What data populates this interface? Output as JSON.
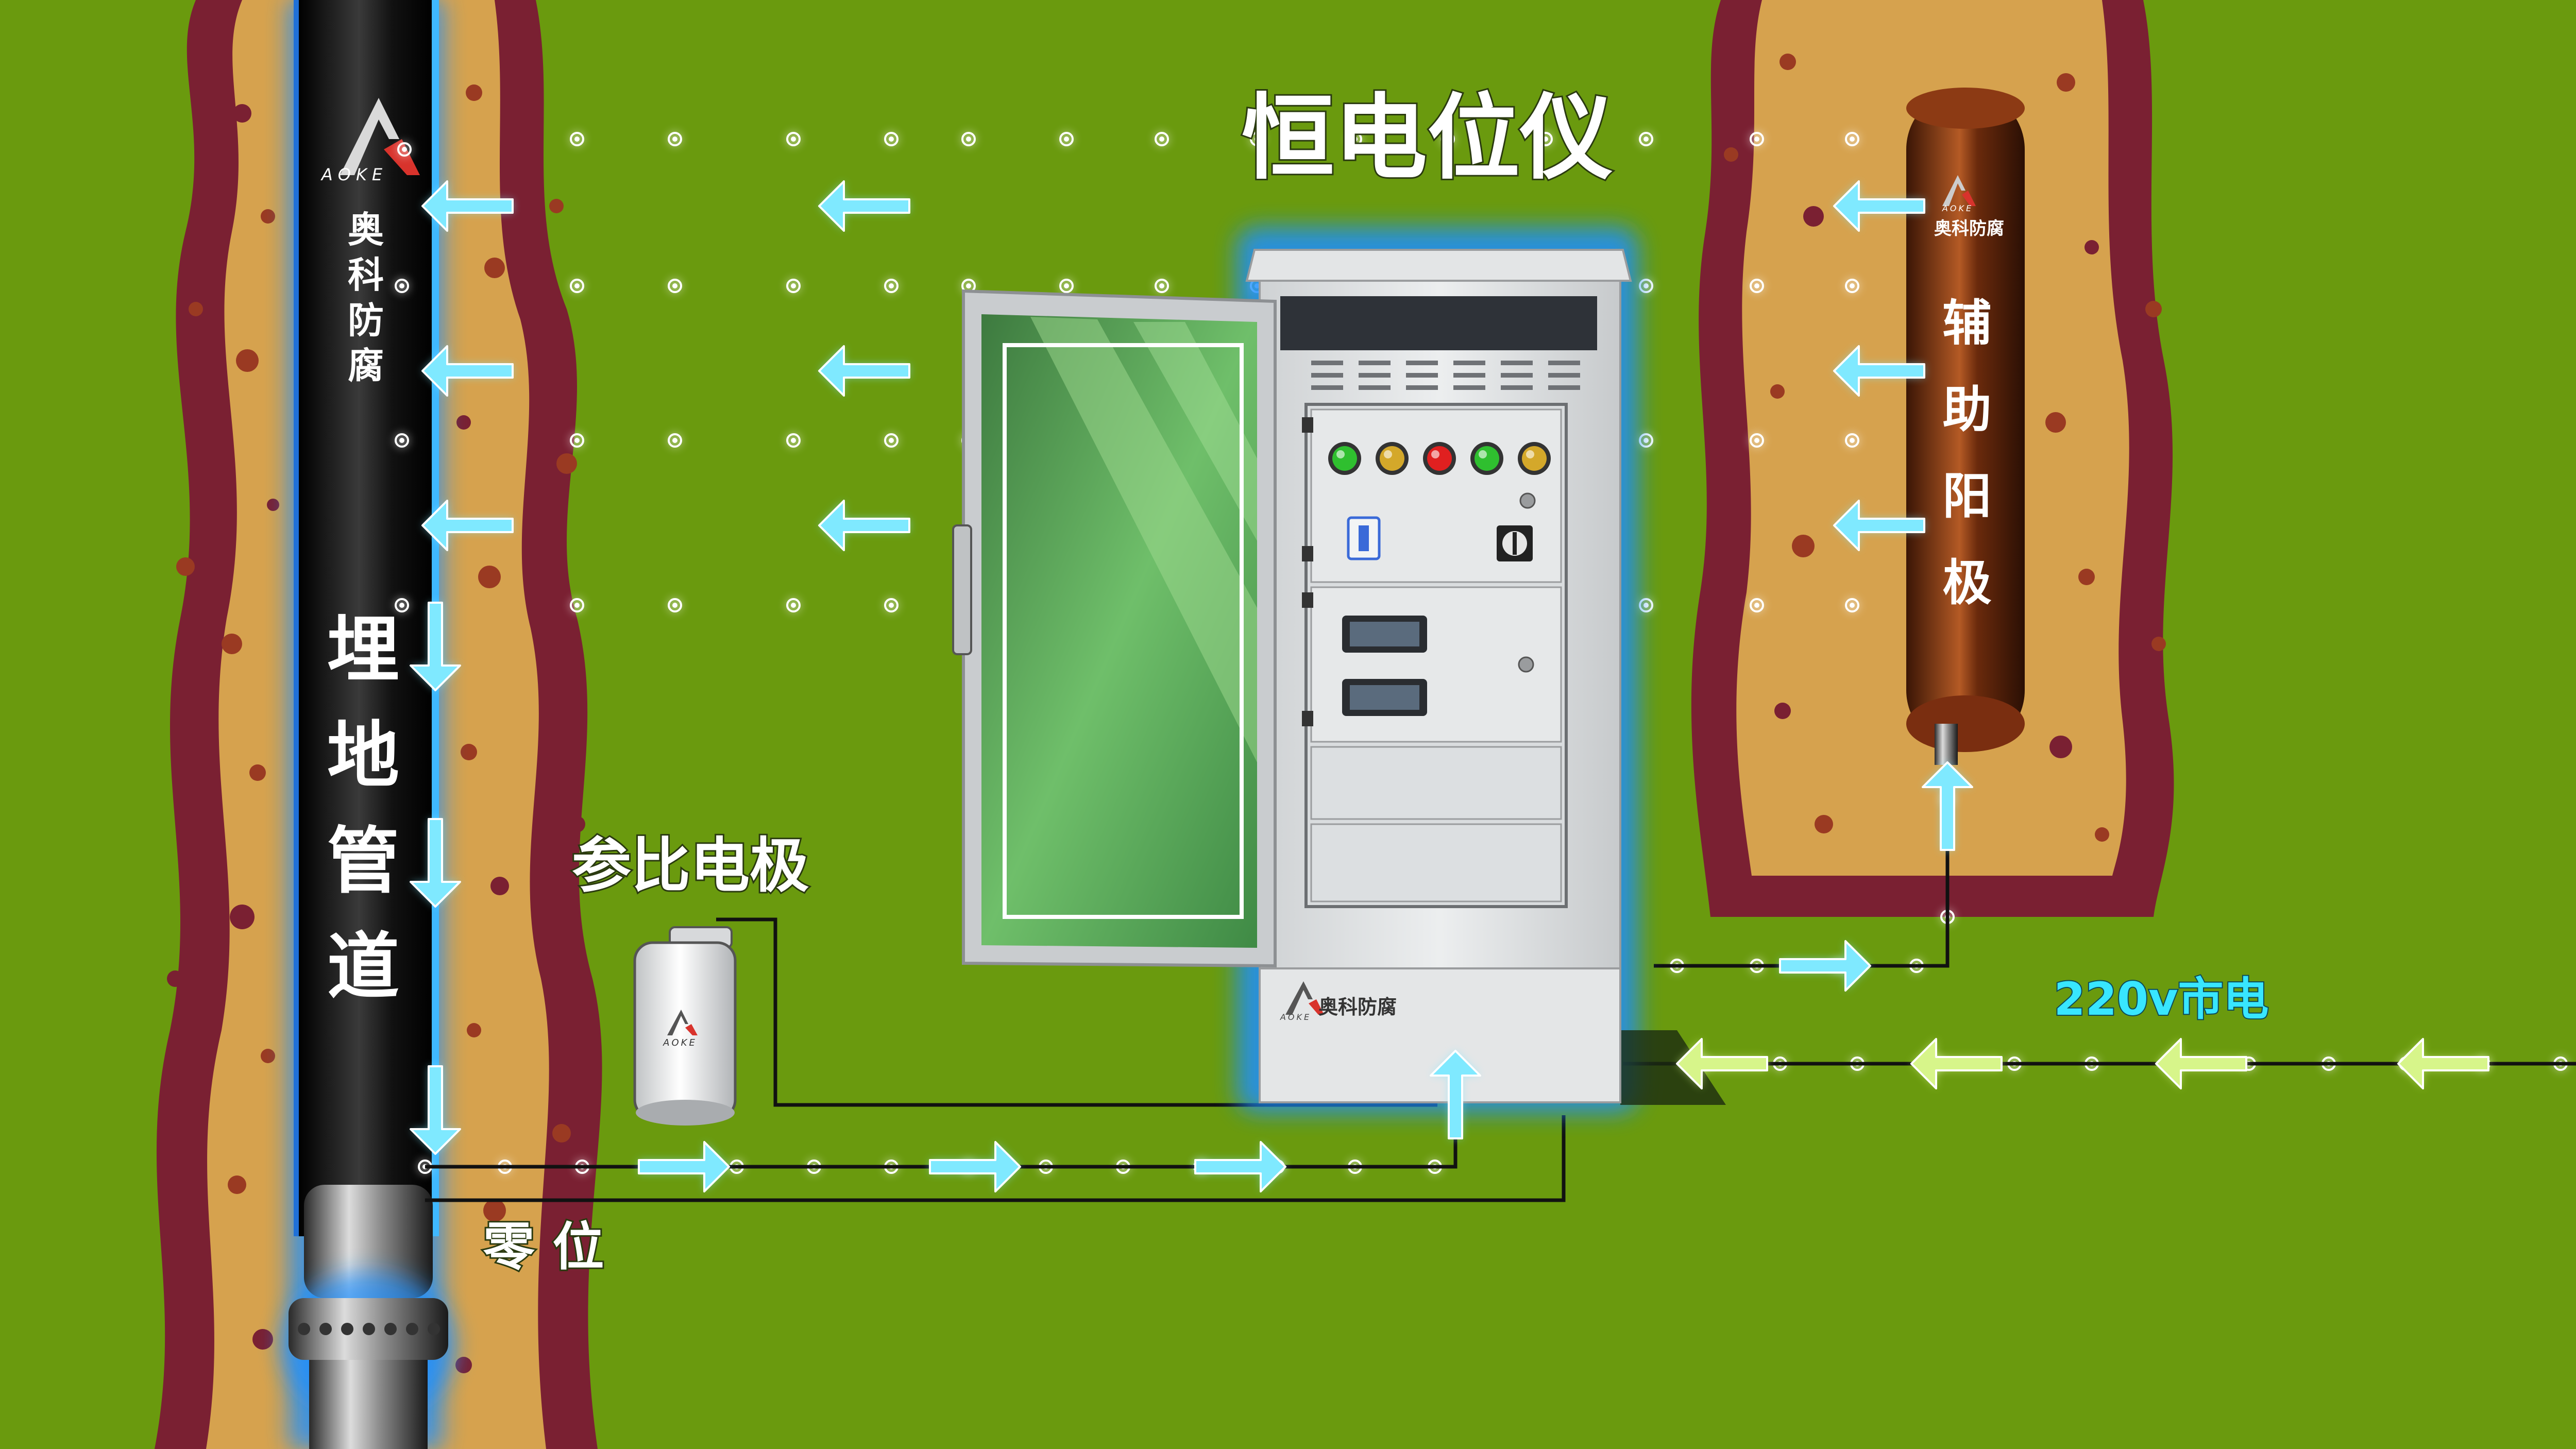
{
  "diagram": {
    "title": "恒电位仪",
    "labels": {
      "pipeline": "埋地管道",
      "reference_electrode": "参比电极",
      "auxiliary_anode": "辅助阳极",
      "zero_potential": "零 位",
      "mains_power": "220v市电"
    },
    "brand": {
      "logo_text": "AOKE",
      "name": "奥科防腐"
    },
    "cabinet": {
      "indicator_lights": [
        {
          "name": "green-light",
          "color": "#2fbf2f"
        },
        {
          "name": "yellow-light",
          "color": "#d4a82a"
        },
        {
          "name": "red-light",
          "color": "#e02020"
        },
        {
          "name": "green-light-2",
          "color": "#2fbf2f"
        },
        {
          "name": "yellow-light-2",
          "color": "#d4a82a"
        }
      ]
    },
    "colors": {
      "background": "#6a9a0e",
      "soil": "#d6a24e",
      "soil_edge": "#7a2032",
      "current_arrow": "#7fe9ff",
      "mains_arrow": "#d7f58a",
      "glow": "#1e8fff",
      "mains_label": "#38e6ff"
    }
  }
}
